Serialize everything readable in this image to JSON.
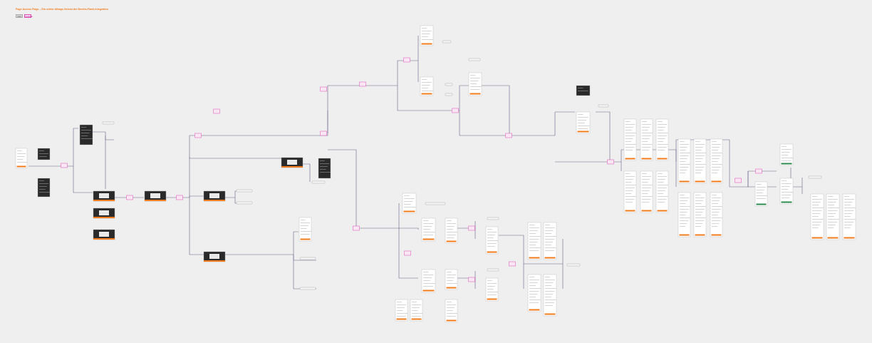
{
  "board": {
    "title": "Page Access Flags – Ein echter Alltags-Verlust der Bereits-Flash-Integration",
    "legend": [
      "Start",
      "Condition"
    ],
    "colors": {
      "background": "#efefef",
      "connector": "#6a6088",
      "decision": "#d94fb3",
      "decision_fill": "#fbe6f4",
      "accent": "#f07c1e",
      "dark_screen": "#2a2a2a",
      "success": "#2e8b4e"
    }
  }
}
